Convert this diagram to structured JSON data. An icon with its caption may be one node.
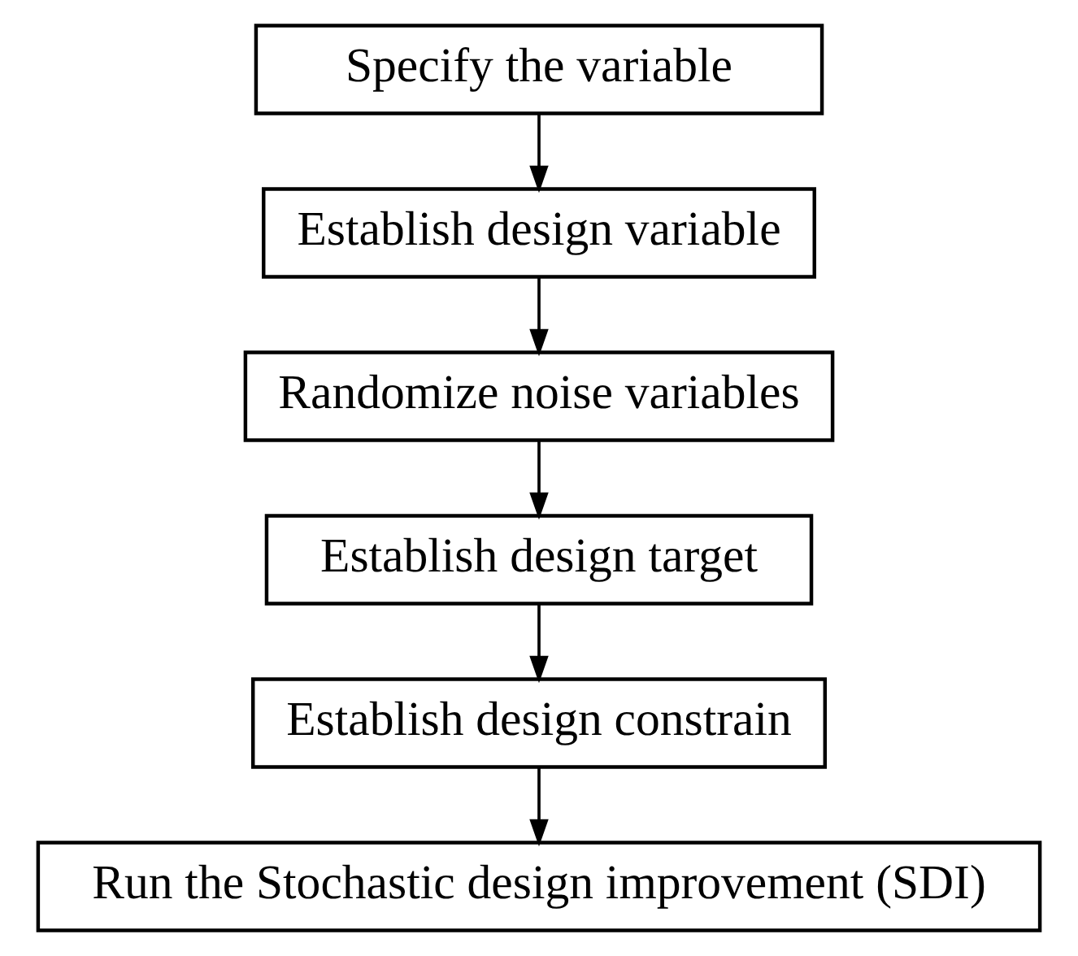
{
  "diagram": {
    "nodes": [
      {
        "text": [
          "Specify the variable"
        ]
      },
      {
        "text": [
          "Establish design variable"
        ]
      },
      {
        "text": [
          "Randomize noise variables"
        ]
      },
      {
        "text": [
          "Establish design target"
        ]
      },
      {
        "text": [
          "Establish design constrain"
        ]
      },
      {
        "text": [
          "Run the Stochastic design improvement (SDI)"
        ]
      }
    ],
    "edges": [
      {
        "from": 0,
        "to": 1,
        "arrow": "to"
      },
      {
        "from": 1,
        "to": 2,
        "arrow": "to"
      },
      {
        "from": 2,
        "to": 3,
        "arrow": "to"
      },
      {
        "from": 3,
        "to": 4,
        "arrow": "to"
      },
      {
        "from": 4,
        "to": 5,
        "arrow": "to"
      }
    ]
  }
}
